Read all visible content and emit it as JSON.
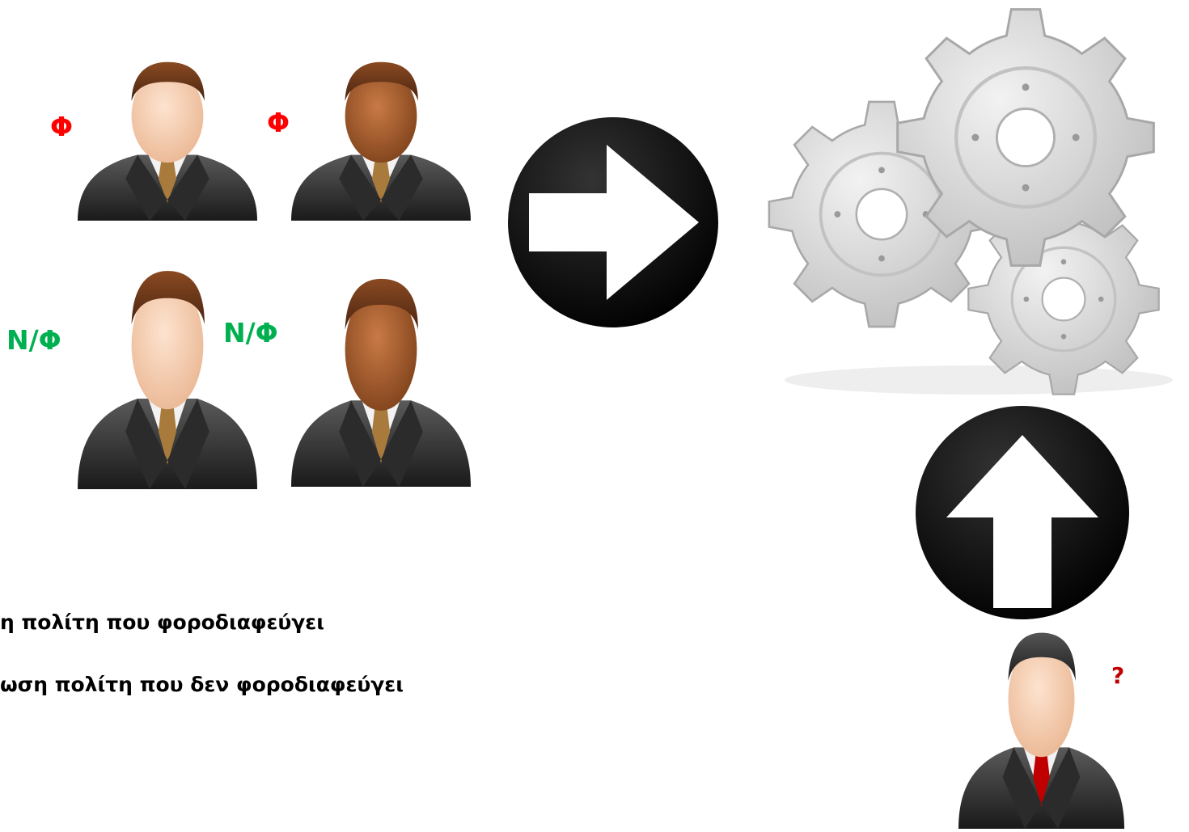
{
  "labels": {
    "person1": "Φ",
    "person2": "Φ",
    "person3": "Ν/Φ",
    "person4": "Ν/Φ",
    "unknown": "?"
  },
  "legend": {
    "line1": "η πολίτη που φοροδιαφεύγει",
    "line2": "ωση πολίτη που δεν φοροδιαφεύγει"
  },
  "colors": {
    "evader": "#ff0000",
    "non_evader": "#00b050",
    "unknown": "#c00000",
    "arrow_circle": "#111111",
    "arrow_fill": "#ffffff",
    "gear": "#d4d4d4"
  },
  "icons": {
    "people": "businessman-icon",
    "process": "gears-icon",
    "arrow_right": "arrow-right-circle-icon",
    "arrow_up": "arrow-up-circle-icon"
  }
}
